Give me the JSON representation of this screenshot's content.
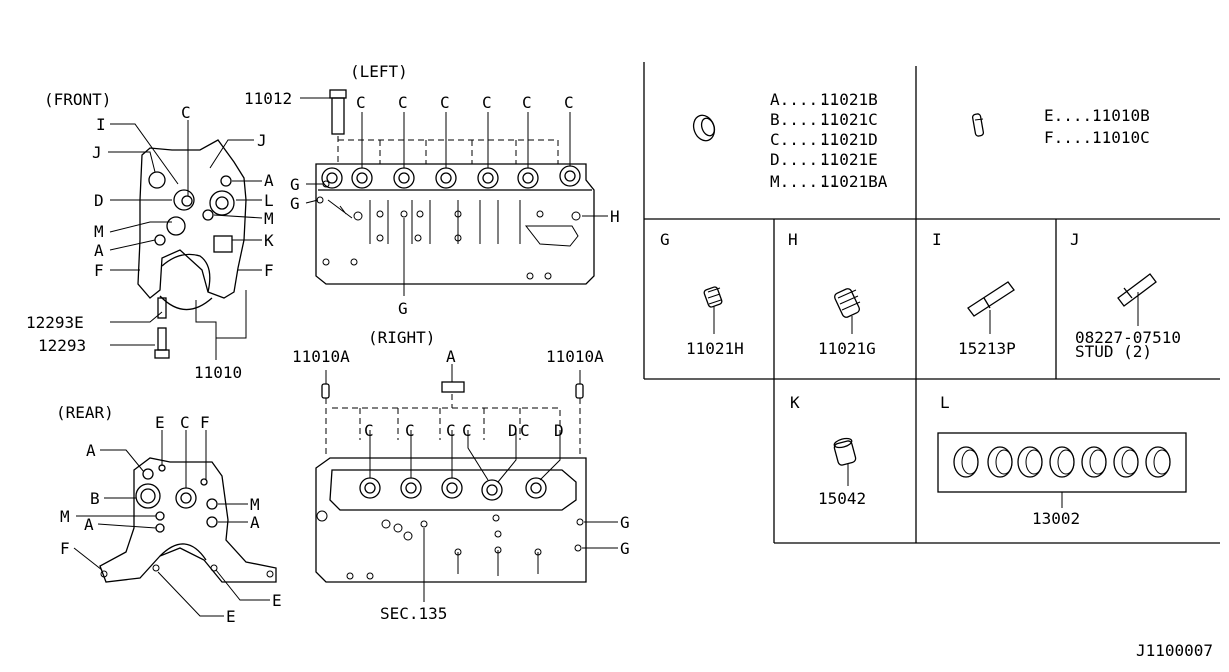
{
  "views": {
    "front": "(FRONT)",
    "left": "(LEFT)",
    "right": "(RIGHT)",
    "rear": "(REAR)"
  },
  "callouts": {
    "front": {
      "i": "I",
      "c": "C",
      "j_left": "J",
      "j_right": "J",
      "d": "D",
      "m_left": "M",
      "a_left": "A",
      "f_left": "F",
      "a_right": "A",
      "l": "L",
      "m_right": "M",
      "k": "K",
      "f_right": "F",
      "p12293e": "12293E",
      "p12293": "12293",
      "p11010": "11010"
    },
    "left": {
      "p11012": "11012",
      "g1": "G",
      "g2": "G",
      "h": "H",
      "g_bottom": "G",
      "c1": "C",
      "c2": "C",
      "c3": "C",
      "c4": "C",
      "c5": "C",
      "c6": "C"
    },
    "right": {
      "p11010a_left": "11010A",
      "a_top": "A",
      "p11010a_right": "11010A",
      "c1": "C",
      "c2": "C",
      "c3": "C",
      "c4": "C",
      "d1": "D",
      "c5": "C",
      "d2": "D",
      "g1": "G",
      "g2": "G",
      "sec": "SEC.135"
    },
    "rear": {
      "e_top": "E",
      "c": "C",
      "f_top": "F",
      "a_top": "A",
      "b": "B",
      "m_left": "M",
      "a_left": "A",
      "m_right": "M",
      "a_right": "A",
      "f_left": "F",
      "e_right": "E",
      "e_bottom": "E"
    }
  },
  "legend": {
    "plugs": [
      {
        "key": "A......",
        "part": "11021B"
      },
      {
        "key": "B......",
        "part": "11021C"
      },
      {
        "key": "C......",
        "part": "11021D"
      },
      {
        "key": "D......",
        "part": "11021E"
      },
      {
        "key": "M......",
        "part": "11021BA"
      }
    ],
    "dowels": [
      {
        "key": "E......",
        "part": "11010B"
      },
      {
        "key": "F......",
        "part": "11010C"
      }
    ],
    "cells": {
      "g": {
        "letter": "G",
        "part": "11021H"
      },
      "h": {
        "letter": "H",
        "part": "11021G"
      },
      "i": {
        "letter": "I",
        "part": "15213P"
      },
      "j": {
        "letter": "J",
        "part": "08227-07510",
        "note": "STUD (2)"
      },
      "k": {
        "letter": "K",
        "part": "15042"
      },
      "l": {
        "letter": "L",
        "part": "13002"
      }
    }
  },
  "diagram_id": "J1100007"
}
